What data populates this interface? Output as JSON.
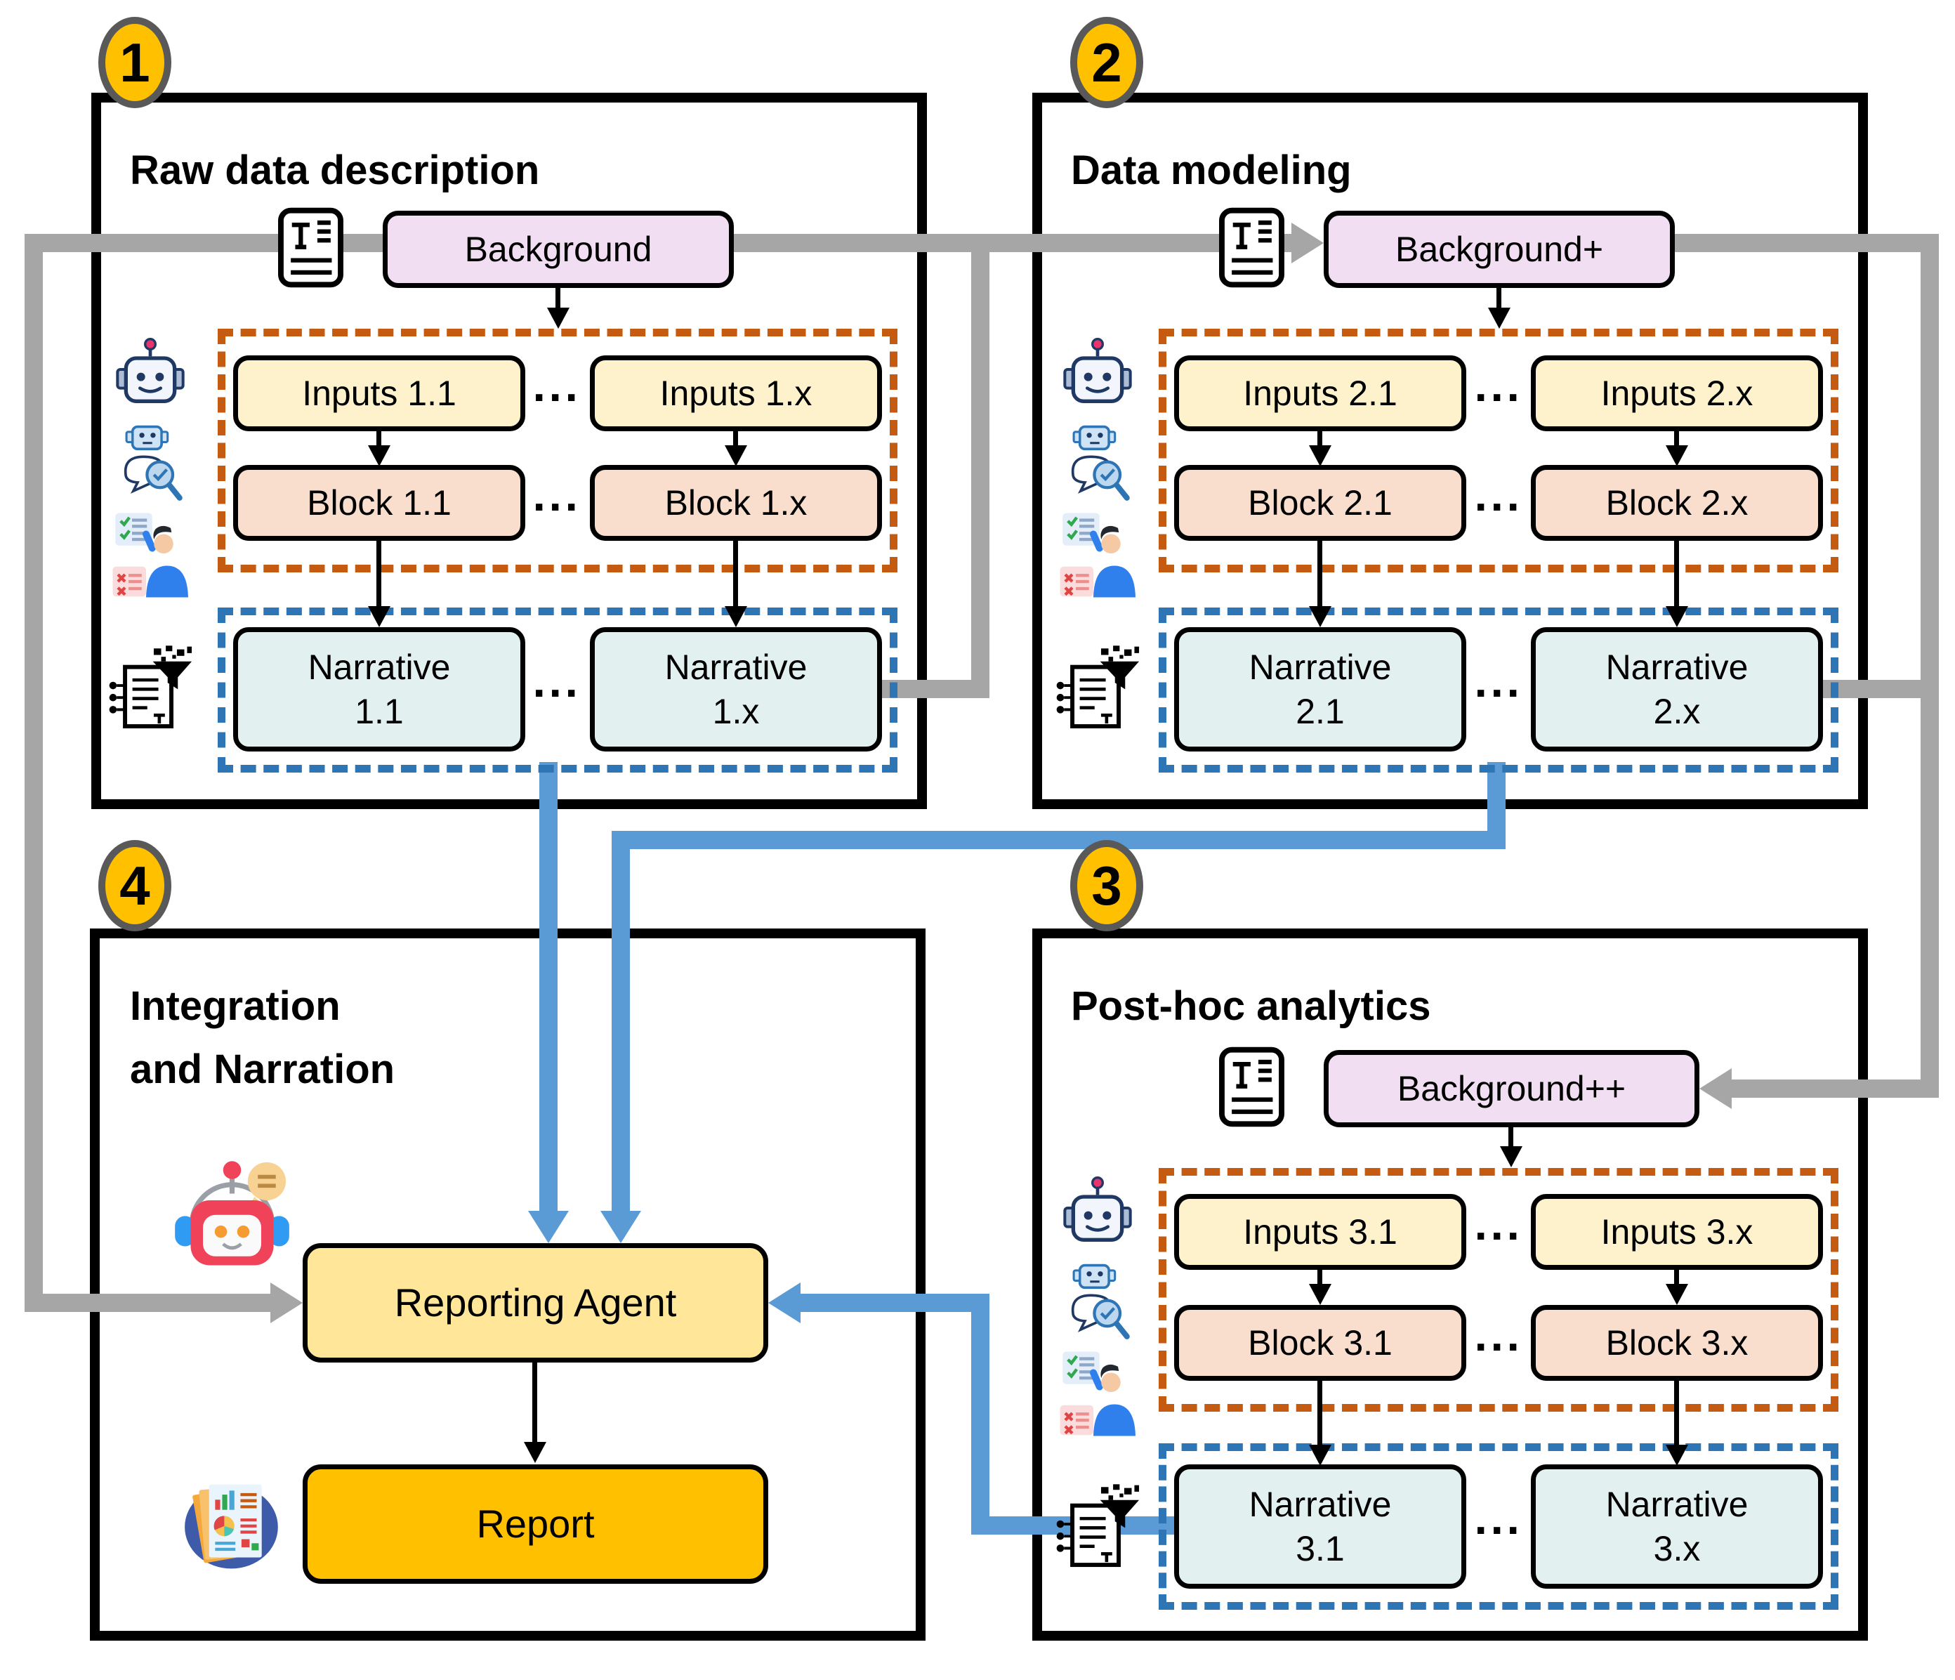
{
  "diagram": {
    "badge_1": "1",
    "badge_2": "2",
    "badge_3": "3",
    "badge_4": "4",
    "dots": "···",
    "p1": {
      "title": "Raw data description",
      "background": "Background",
      "input_1": "Inputs 1.1",
      "input_x": "Inputs 1.x",
      "block_1": "Block 1.1",
      "block_x": "Block 1.x",
      "narrative_1_l1": "Narrative",
      "narrative_1_l2": "1.1",
      "narrative_x_l1": "Narrative",
      "narrative_x_l2": "1.x"
    },
    "p2": {
      "title": "Data modeling",
      "background": "Background+",
      "input_1": "Inputs 2.1",
      "input_x": "Inputs 2.x",
      "block_1": "Block 2.1",
      "block_x": "Block 2.x",
      "narrative_1_l1": "Narrative",
      "narrative_1_l2": "2.1",
      "narrative_x_l1": "Narrative",
      "narrative_x_l2": "2.x"
    },
    "p3": {
      "title": "Post-hoc analytics",
      "background": "Background++",
      "input_1": "Inputs 3.1",
      "input_x": "Inputs 3.x",
      "block_1": "Block 3.1",
      "block_x": "Block 3.x",
      "narrative_1_l1": "Narrative",
      "narrative_1_l2": "3.1",
      "narrative_x_l1": "Narrative",
      "narrative_x_l2": "3.x"
    },
    "p4": {
      "title_line1": "Integration",
      "title_line2": "and Narration",
      "agent": "Reporting Agent",
      "report": "Report"
    },
    "colors": {
      "badge_fill": "#FFC000",
      "badge_ring": "#595959",
      "orange_dashed": "#C55A11",
      "blue_dashed": "#2E75B6",
      "blue_connector": "#5B9BD5",
      "gray_connector": "#A6A6A6",
      "background_box": "#F2DEF3",
      "inputs_box": "#FEF2CC",
      "block_box": "#F9DECD",
      "narrative_box": "#E2F1EF",
      "agent_box": "#FFE699",
      "report_box": "#FFC000"
    },
    "icons": {
      "doc": "text-document-icon",
      "robot": "robot-agent-icon",
      "reviewer": "review-agent-icon",
      "human": "human-feedback-icon",
      "funnel": "narrative-funnel-icon",
      "chat_robot": "reporting-robot-icon",
      "report": "report-document-icon"
    }
  }
}
